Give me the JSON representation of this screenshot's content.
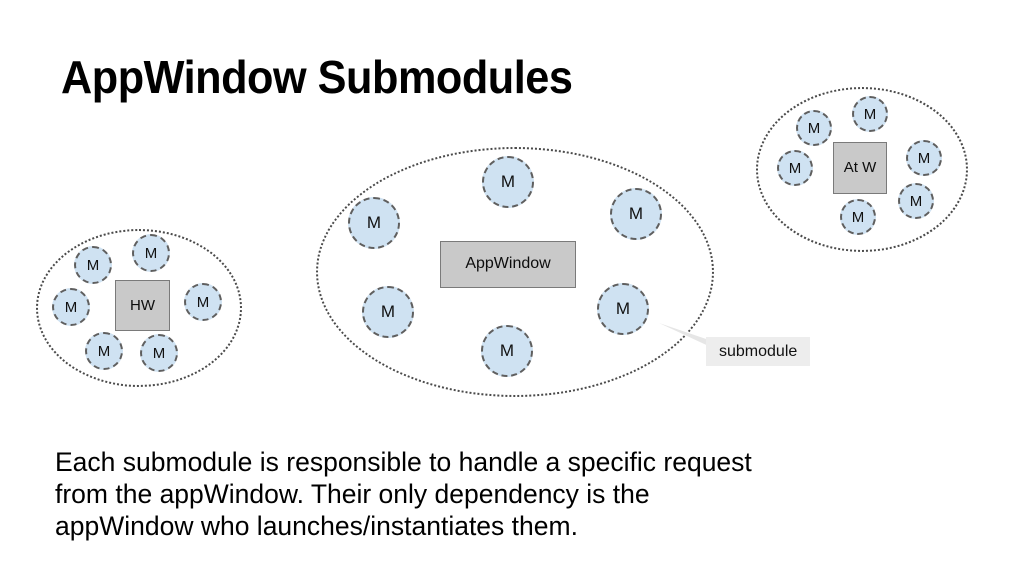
{
  "slide": {
    "title": "AppWindow Submodules",
    "background_color": "#ffffff"
  },
  "palette": {
    "module_fill": "#cfe2f2",
    "module_border": "#5f5f5f",
    "core_fill": "#c9c9c9",
    "core_border": "#7a7a7a",
    "ring_border": "#4a4a4a",
    "callout_fill": "#ededed",
    "text": "#000000"
  },
  "clusters": [
    {
      "id": "hw",
      "core_label": "HW",
      "module_count": 6,
      "modules": [
        {
          "label": "M"
        },
        {
          "label": "M"
        },
        {
          "label": "M"
        },
        {
          "label": "M"
        },
        {
          "label": "M"
        },
        {
          "label": "M"
        }
      ]
    },
    {
      "id": "appwindow",
      "core_label": "AppWindow",
      "module_count": 6,
      "modules": [
        {
          "label": "M"
        },
        {
          "label": "M"
        },
        {
          "label": "M"
        },
        {
          "label": "M"
        },
        {
          "label": "M"
        },
        {
          "label": "M"
        }
      ]
    },
    {
      "id": "atw",
      "core_label": "At W",
      "module_count": 6,
      "modules": [
        {
          "label": "M"
        },
        {
          "label": "M"
        },
        {
          "label": "M"
        },
        {
          "label": "M"
        },
        {
          "label": "M"
        },
        {
          "label": "M"
        }
      ]
    }
  ],
  "callout": {
    "label": "submodule"
  },
  "body": {
    "lines": [
      "Each submodule is responsible to handle a specific request",
      "from the appWindow. Their only dependency is the",
      "appWindow who launches/instantiates them."
    ]
  }
}
